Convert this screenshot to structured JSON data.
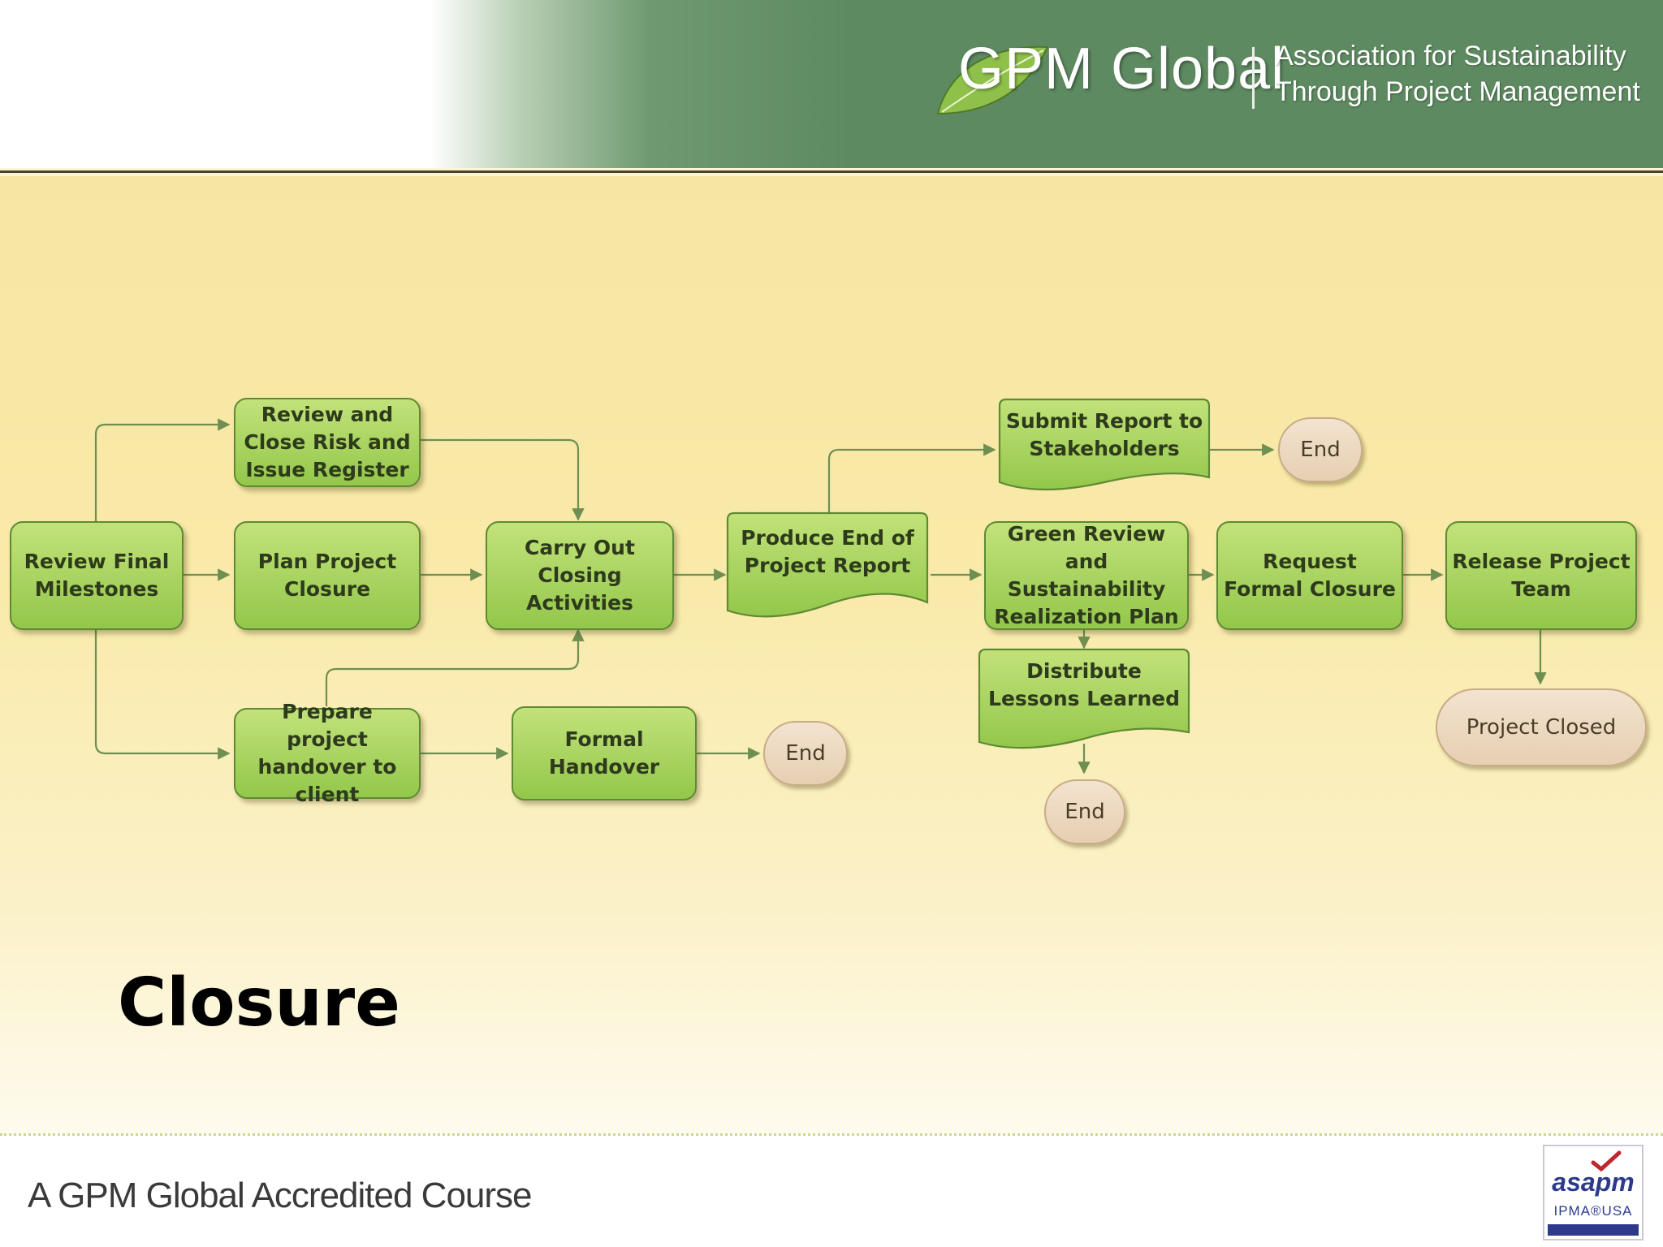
{
  "header": {
    "brand": "GPM Global",
    "tagline_line1": "Association for Sustainability",
    "tagline_line2": "Through Project Management"
  },
  "slide": {
    "title": "Closure"
  },
  "footer": {
    "text": "A GPM Global Accredited Course",
    "badge_logo": "asapm",
    "badge_sub": "IPMA®USA"
  },
  "diagram": {
    "nodes": {
      "review_final": "Review Final Milestones",
      "review_close": "Review and Close Risk and Issue Register",
      "plan_closure": "Plan Project Closure",
      "carry_out": "Carry Out Closing Activities",
      "prepare_handover": "Prepare project handover to client",
      "formal_handover": "Formal Handover",
      "end_handover": "End",
      "produce_report": "Produce End of Project Report",
      "submit_report": "Submit Report to Stakeholders",
      "end_submit": "End",
      "green_review": "Green Review and Sustainability Realization Plan",
      "distribute_lessons": "Distribute Lessons Learned",
      "end_lessons": "End",
      "request_closure": "Request Formal Closure",
      "release_team": "Release Project Team",
      "project_closed": "Project Closed"
    }
  }
}
